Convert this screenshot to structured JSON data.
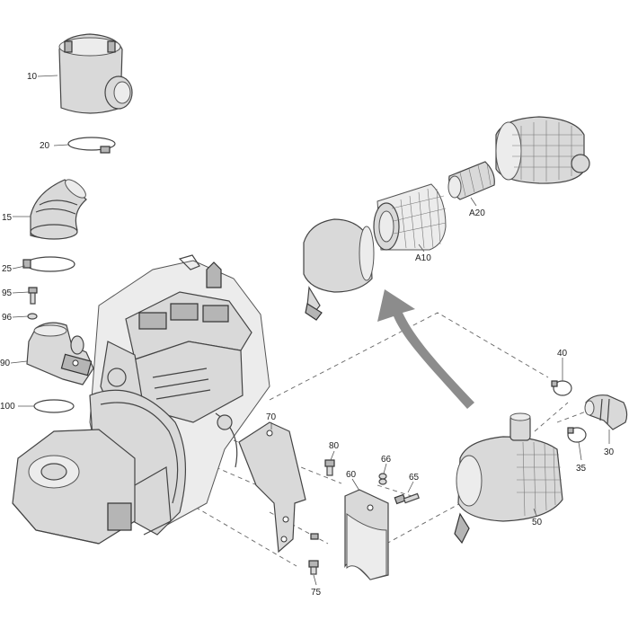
{
  "callouts": {
    "c10": "10",
    "c20": "20",
    "c15": "15",
    "c25": "25",
    "c95": "95",
    "c96": "96",
    "c90": "90",
    "c100": "100",
    "c70": "70",
    "c80": "80",
    "c60": "60",
    "c66": "66",
    "c65": "65",
    "c75": "75",
    "c40": "40",
    "c30": "30",
    "c35": "35",
    "c50": "50",
    "cA10": "A10",
    "cA20": "A20"
  },
  "colors": {
    "arrow": "#8c8c8c",
    "part_fill": "#d9d9d9",
    "outline": "#444444"
  }
}
